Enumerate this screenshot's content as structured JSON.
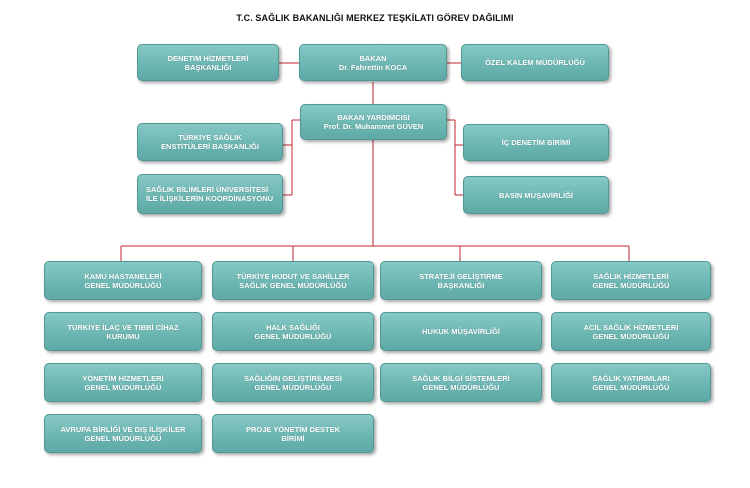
{
  "title": "T.C. SAĞLIK BAKANLIĞI MERKEZ TEŞKİLATI GÖREV DAĞILIMI",
  "top": {
    "left": "DENETİM HİZMETLERİ\nBAŞKANLIĞI",
    "center": "BAKAN\nDr. Fahrettin KOCA",
    "right": "ÖZEL KALEM MÜDÜRLÜĞÜ"
  },
  "deputy": "BAKAN YARDIMCISI\nProf. Dr. Muhammet GÜVEN",
  "side_left": [
    "TÜRKİYE SAĞLIK\nENSTİTÜLERİ BAŞKANLIĞI",
    "SAĞLIK BİLİMLERİ ÜNİVERSİTESİ\nİLE İLİŞKİLERİN KOORDİNASYONU"
  ],
  "side_right": [
    "İÇ DENETİM BİRİMİ",
    "BASIN MÜŞAVİRLİĞİ"
  ],
  "grid": [
    [
      "KAMU HASTANELERİ\nGENEL MÜDÜRLÜĞÜ",
      "TÜRKİYE HUDUT VE SAHİLLER\nSAĞLIK GENEL MÜDÜRLÜĞÜ",
      "STRATEJİ GELİŞTİRME\nBAŞKANLIĞI",
      "SAĞLIK HİZMETLERİ\nGENEL MÜDÜRLÜĞÜ"
    ],
    [
      "TÜRKİYE İLAÇ VE TIBBİ CİHAZ\nKURUMU",
      "HALK SAĞLIĞI\nGENEL MÜDÜRLÜĞÜ",
      "HUKUK MÜŞAVİRLİĞİ",
      "ACİL SAĞLIK HİZMETLERİ\nGENEL MÜDÜRLÜĞÜ"
    ],
    [
      "YÖNETİM HİZMETLERİ\nGENEL MÜDÜRLÜĞÜ",
      "SAĞLIĞIN GELİŞTİRİLMESİ\nGENEL MÜDÜRLÜĞÜ",
      "SAĞLIK BİLGİ SİSTEMLERİ\nGENEL MÜDÜRLÜĞÜ",
      "SAĞLIK YATIRIMLARI\nGENEL MÜDÜRLÜĞÜ"
    ],
    [
      "AVRUPA BİRLİĞİ VE DIŞ İLİŞKİLER\nGENEL MÜDÜRLÜĞÜ",
      "PROJE YÖNETİM DESTEK\nBİRİMİ"
    ]
  ],
  "colors": {
    "line": "#c0272d",
    "box": "#6db7b3",
    "text": "#ffffff"
  }
}
